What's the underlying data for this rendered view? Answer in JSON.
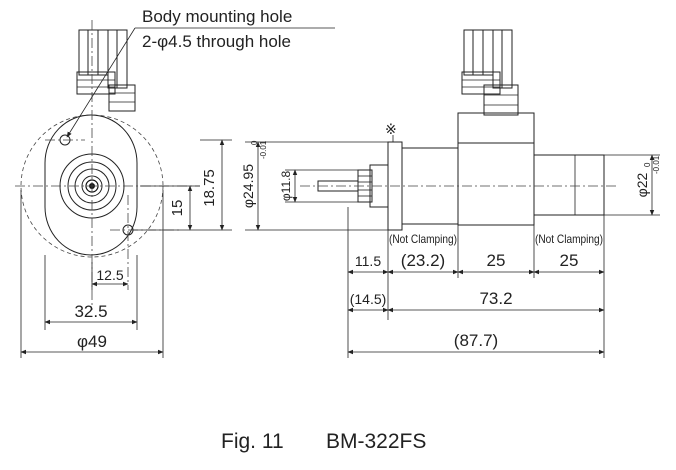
{
  "annotations": {
    "mounting_hole_title": "Body mounting hole",
    "mounting_hole_spec": "2-φ4.5 through hole",
    "note_mark": "※"
  },
  "front_view": {
    "dim_15": "15",
    "dim_18_75": "18.75",
    "dim_12_5": "12.5",
    "dim_32_5": "32.5",
    "dim_phi49": "φ49"
  },
  "side_view": {
    "dim_phi24_95": "φ24.95",
    "tol_phi24_95_upper": "0",
    "tol_phi24_95_lower": "-0.01",
    "dim_phi11_8": "φ11.8",
    "dim_phi22": "φ22",
    "tol_phi22_upper": "0",
    "tol_phi22_lower": "-0.01",
    "not_clamping_left": "(Not Clamping)",
    "not_clamping_right": "(Not Clamping)",
    "dim_11_5": "11.5",
    "dim_23_2": "(23.2)",
    "dim_25_a": "25",
    "dim_25_b": "25",
    "dim_14_5": "(14.5)",
    "dim_73_2": "73.2",
    "dim_87_7": "(87.7)"
  },
  "caption": {
    "fig_no": "Fig. 11",
    "model": "BM-322FS"
  }
}
